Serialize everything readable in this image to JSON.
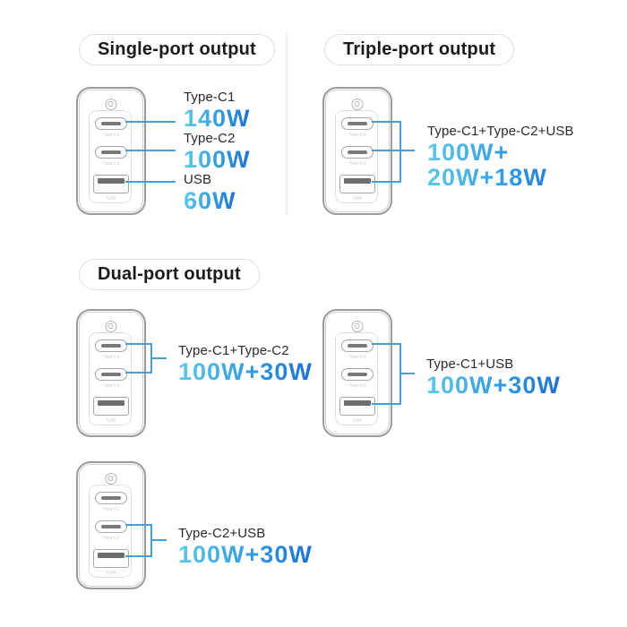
{
  "colors": {
    "accent_line": "#46a0d6",
    "watt_gradient_start": "#5bc9f0",
    "watt_gradient_end": "#1d6fd8",
    "badge_text": "#1b1b1b",
    "label_text": "#2a2a2a",
    "charger_outline": "#9b9b9b"
  },
  "charger_port_labels": {
    "c1": "Type-C1",
    "c2": "Type-C2",
    "usb": "USB"
  },
  "sections": {
    "single": {
      "title": "Single-port output",
      "rows": [
        {
          "port": "Type-C1",
          "watt": "140W"
        },
        {
          "port": "Type-C2",
          "watt": "100W"
        },
        {
          "port": "USB",
          "watt": "60W"
        }
      ]
    },
    "triple": {
      "title": "Triple-port output",
      "combo": "Type-C1+Type-C2+USB",
      "watt_line1": "100W+",
      "watt_line2": "20W+18W"
    },
    "dual": {
      "title": "Dual-port output",
      "pairs": [
        {
          "combo": "Type-C1+Type-C2",
          "watt": "100W+30W"
        },
        {
          "combo": "Type-C1+USB",
          "watt": "100W+30W"
        },
        {
          "combo": "Type-C2+USB",
          "watt": "100W+30W"
        }
      ]
    }
  }
}
